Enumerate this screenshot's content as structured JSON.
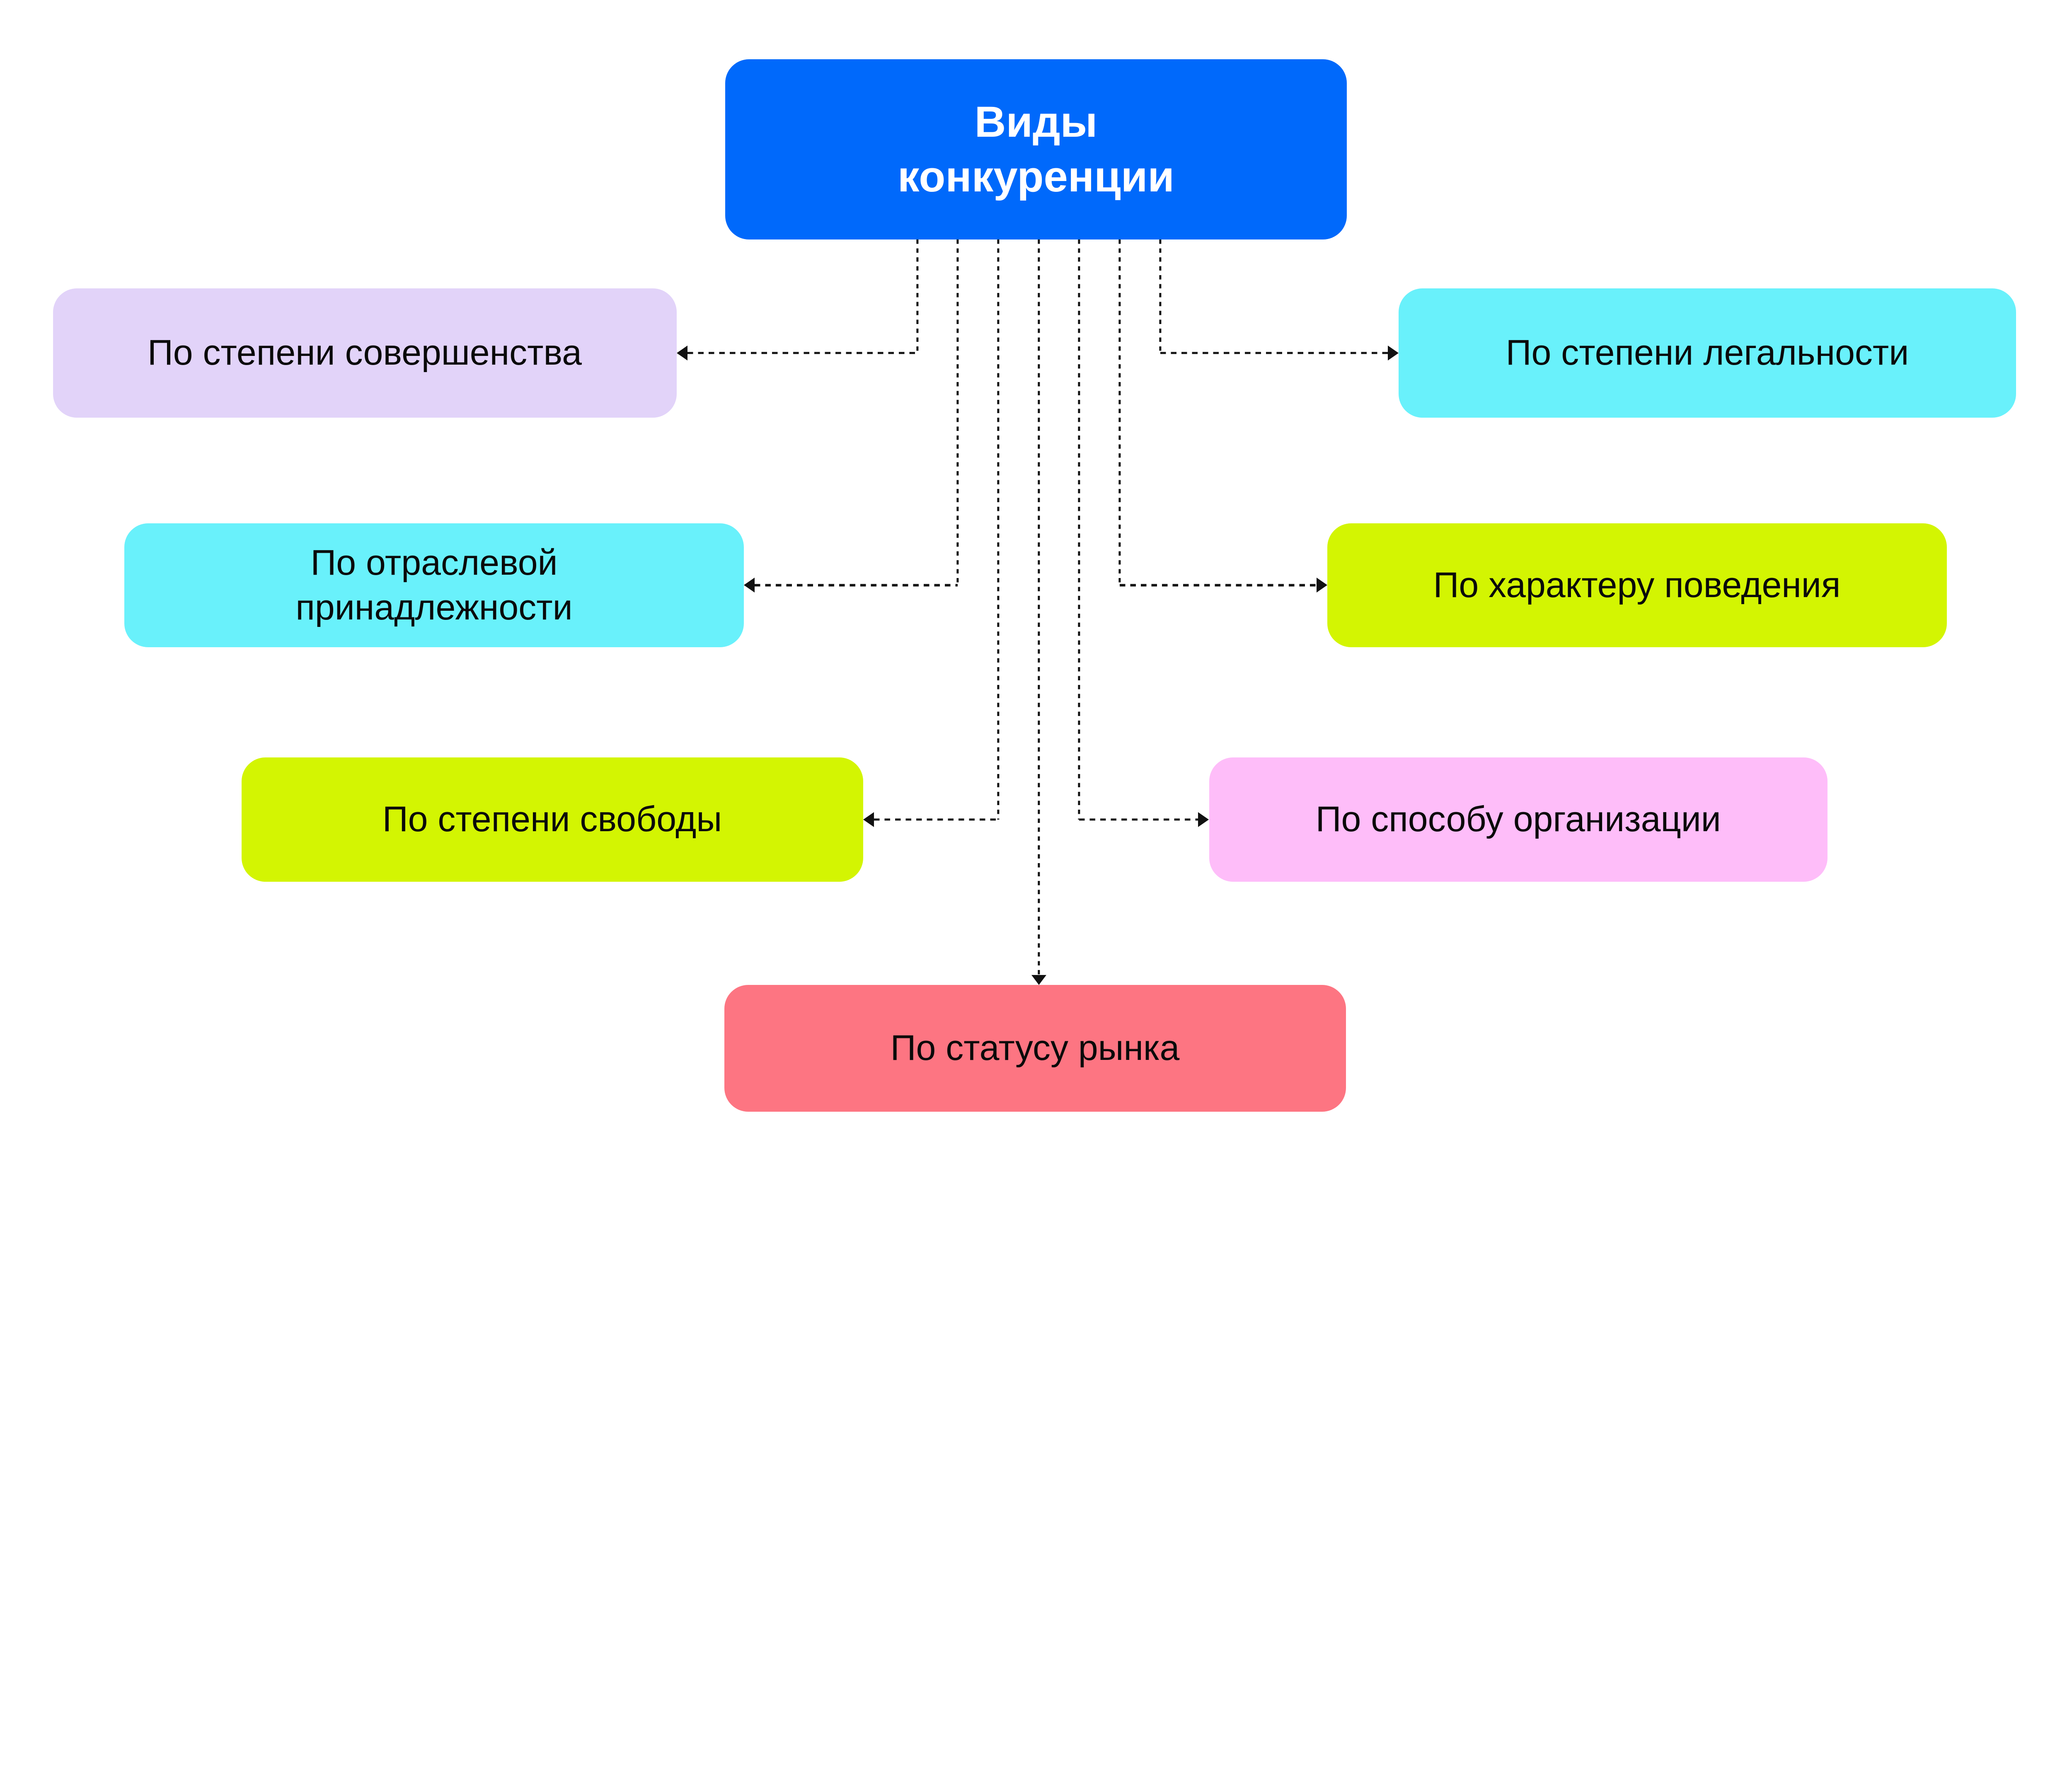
{
  "background_color": "#ffffff",
  "line_color": "#111111",
  "root": {
    "lines": [
      "Виды",
      "конкуренции"
    ],
    "color": "#0069FB",
    "text_color": "#ffffff"
  },
  "nodes": [
    {
      "id": "sovershenstva",
      "lines": [
        "По степени совершенства"
      ],
      "color": "#E2D3F9"
    },
    {
      "id": "legalnosti",
      "lines": [
        "По степени легальности"
      ],
      "color": "#69F1FB"
    },
    {
      "id": "otraslevoy",
      "lines": [
        "По отраслевой",
        "принадлежности"
      ],
      "color": "#69F1FB"
    },
    {
      "id": "povedeniya",
      "lines": [
        "По характеру поведения"
      ],
      "color": "#D3F502"
    },
    {
      "id": "svobody",
      "lines": [
        "По степени свободы"
      ],
      "color": "#D3F502"
    },
    {
      "id": "organizatsii",
      "lines": [
        "По способу организации"
      ],
      "color": "#FEBDF9"
    },
    {
      "id": "rynka",
      "lines": [
        "По статусу рынка"
      ],
      "color": "#FD7582"
    }
  ]
}
